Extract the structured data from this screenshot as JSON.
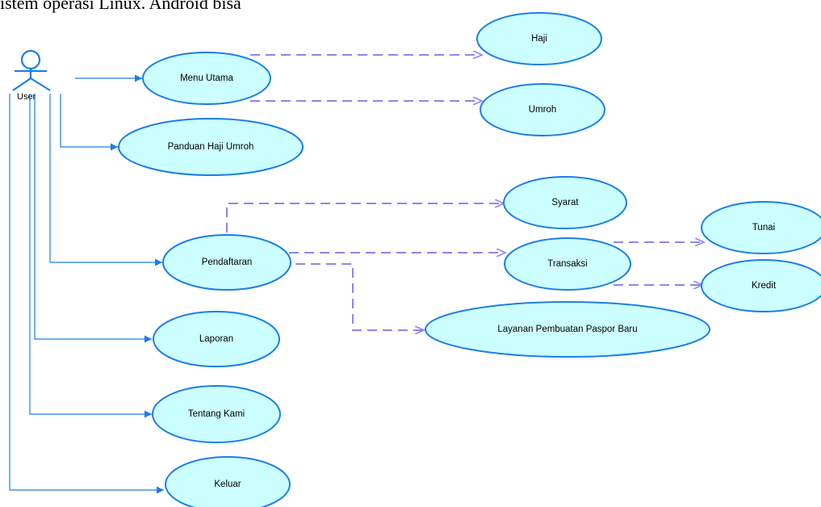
{
  "header_text": "istem   operasi   Linux.   Android   bisa",
  "actor": {
    "name": "User"
  },
  "use_cases": {
    "menu_utama": "Menu Utama",
    "haji": "Haji",
    "umroh": "Umroh",
    "panduan": "Panduan Haji Umroh",
    "syarat": "Syarat",
    "pendaftaran": "Pendaftaran",
    "transaksi": "Transaksi",
    "tunai": "Tunai",
    "kredit": "Kredit",
    "layanan_paspor": "Layanan Pembuatan Paspor Baru",
    "laporan": "Laporan",
    "tentang_kami": "Tentang Kami",
    "keluar": "Keluar"
  },
  "colors": {
    "ellipse_fill": "#ccffff",
    "ellipse_stroke": "#1a7ee8",
    "association_line": "#1a7ee8",
    "dependency_line": "#8c86f0"
  }
}
